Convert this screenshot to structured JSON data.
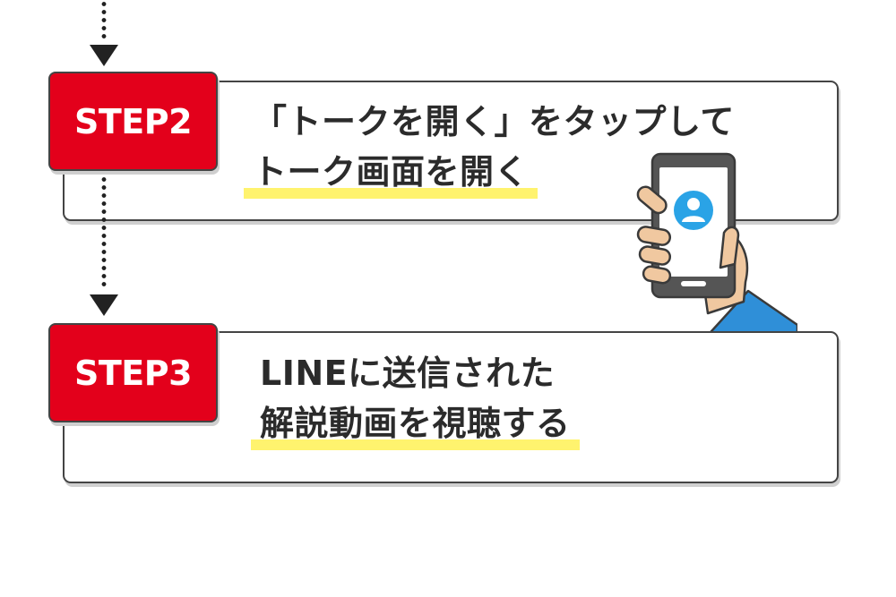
{
  "steps": [
    {
      "badge": "STEP2",
      "line1": "「トークを開く」をタップして",
      "line2": "トーク画面を開く"
    },
    {
      "badge": "STEP3",
      "line1": "LINEに送信された",
      "line2": "解説動画を視聴する"
    }
  ],
  "colors": {
    "badge": "#e3001b",
    "highlight": "#fff36e",
    "text": "#2b2b2b",
    "phone_body": "#555555",
    "phone_screen": "#ffffff",
    "avatar": "#2aa3e6",
    "sleeve": "#2f8fd8",
    "skin": "#f0c8a0"
  },
  "icons": [
    "smartphone-in-hand-illustration",
    "user-avatar-icon"
  ]
}
